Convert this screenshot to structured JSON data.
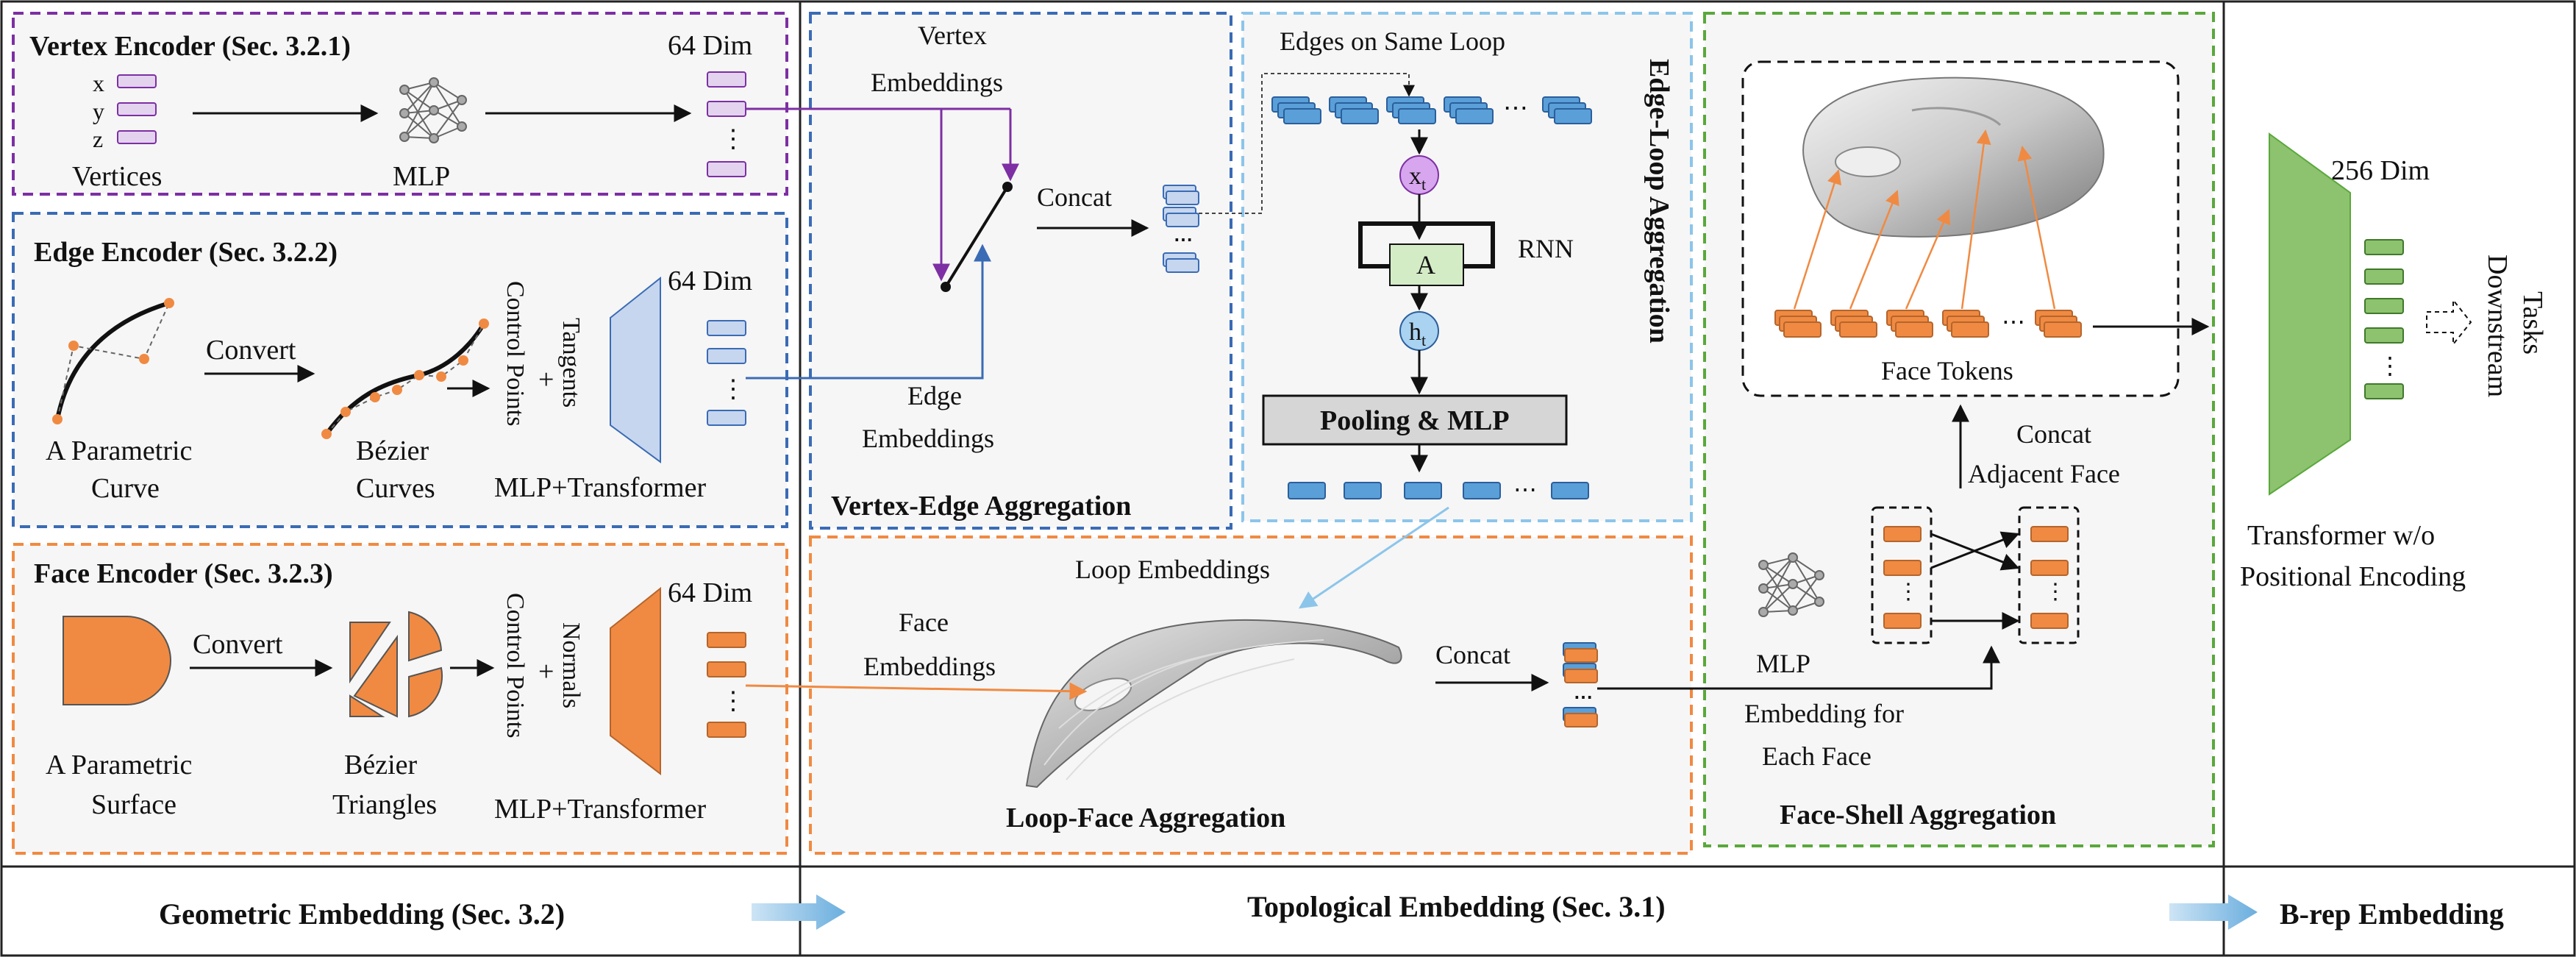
{
  "geometric": {
    "vertex": {
      "title": "Vertex Encoder (Sec. 3.2.1)",
      "coords": [
        "x",
        "y",
        "z"
      ],
      "input_label": "Vertices",
      "model_label": "MLP",
      "dim": "64 Dim"
    },
    "edge": {
      "title": "Edge Encoder (Sec. 3.2.2)",
      "input_label_1": "A Parametric",
      "input_label_2": "Curve",
      "convert": "Convert",
      "bezier_1": "Bézier",
      "bezier_2": "Curves",
      "features_1": "Control Points",
      "plus": "+",
      "features_2": "Tangents",
      "model_label": "MLP+Transformer",
      "dim": "64 Dim"
    },
    "face": {
      "title": "Face  Encoder (Sec. 3.2.3)",
      "input_label_1": "A Parametric",
      "input_label_2": "Surface",
      "convert": "Convert",
      "bezier_1": "Bézier",
      "bezier_2": "Triangles",
      "features_1": "Control Points",
      "plus": "+",
      "features_2": "Normals",
      "model_label": "MLP+Transformer",
      "dim": "64 Dim"
    }
  },
  "vertex_edge": {
    "title": "Vertex-Edge Aggregation",
    "vertex_emb_1": "Vertex",
    "vertex_emb_2": "Embeddings",
    "edge_emb_1": "Edge",
    "edge_emb_2": "Embeddings",
    "concat": "Concat"
  },
  "edge_loop": {
    "title": "Edge-Loop Aggregation",
    "top_label": "Edges on Same Loop",
    "xt": "x",
    "xt_sub": "t",
    "a": "A",
    "ht": "h",
    "ht_sub": "t",
    "rnn": "RNN",
    "pooling": "Pooling & MLP"
  },
  "loop_face": {
    "title": "Loop-Face Aggregation",
    "loop_emb": "Loop Embeddings",
    "face_emb_1": "Face",
    "face_emb_2": "Embeddings",
    "concat": "Concat"
  },
  "face_shell": {
    "title": "Face-Shell Aggregation",
    "face_tokens": "Face Tokens",
    "concat_1": "Concat",
    "concat_2": "Adjacent Face",
    "mlp": "MLP",
    "emb_1": "Embedding for",
    "emb_2": "Each Face"
  },
  "brep": {
    "dim": "256 Dim",
    "transformer_1": "Transformer w/o",
    "transformer_2": "Positional Encoding",
    "downstream_1": "Downstream",
    "downstream_2": "Tasks"
  },
  "footer": {
    "geometric": "Geometric Embedding (Sec. 3.2)",
    "topological": "Topological Embedding (Sec. 3.1)",
    "brep": "B-rep Embedding"
  },
  "colors": {
    "vertex": "#7d2fa3",
    "edge": "#3a6bb5",
    "face": "#f08a42",
    "face_shell": "#5aa83c",
    "loop": "#8cc5ea",
    "token_blue": "#5a9fd8",
    "token_orange": "#f08a42",
    "token_green": "#8dc26f",
    "token_purple": "#e3d3ef"
  }
}
